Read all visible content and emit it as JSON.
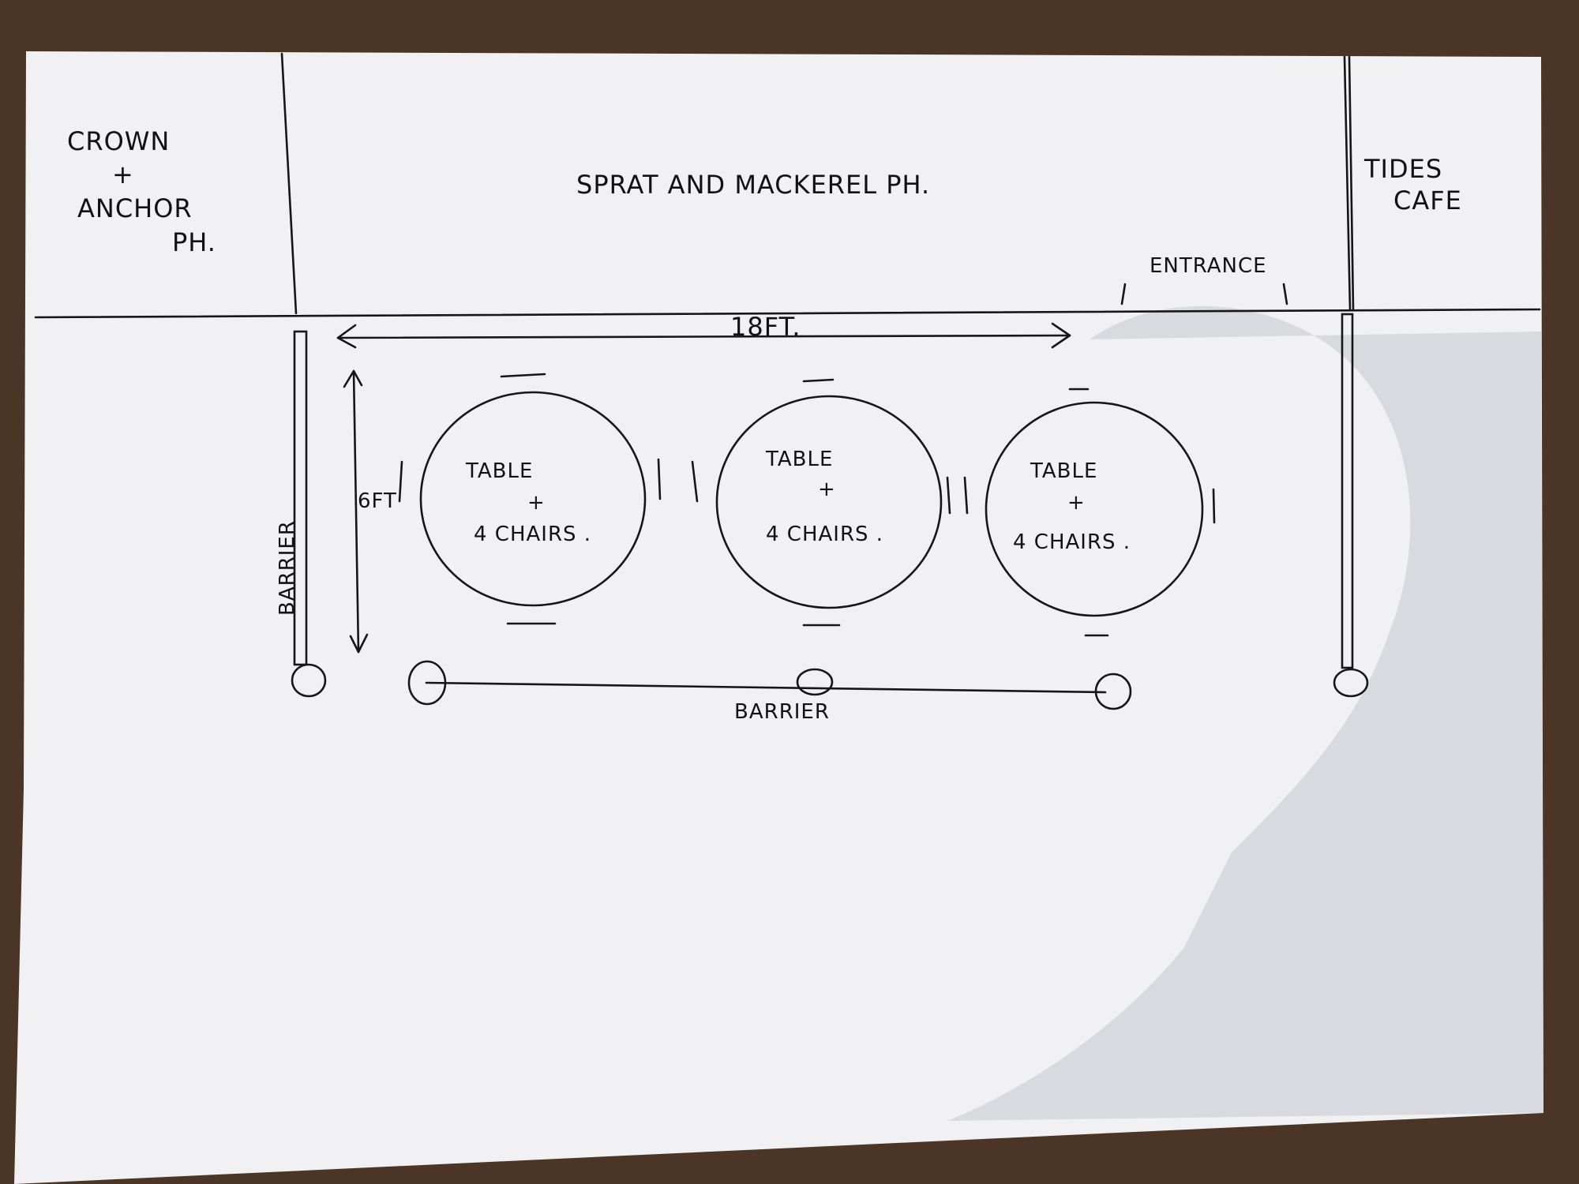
{
  "colors": {
    "table_surface": "#4a3526",
    "paper": "#f1f1f3",
    "shadow": "#cfd0d6",
    "ink": "#161616"
  },
  "neighbours": {
    "left": [
      "CROWN",
      "+",
      "ANCHOR",
      "PH."
    ],
    "center": "SPRAT AND MACKEREL PH.",
    "right": [
      "TIDES",
      "CAFE"
    ]
  },
  "entrance_label": "ENTRANCE",
  "dimensions": {
    "width_label": "18FT.",
    "depth_label": "6FT"
  },
  "tables": [
    {
      "lines": [
        "TABLE",
        "+",
        "4 CHAIRS ."
      ]
    },
    {
      "lines": [
        "TABLE",
        "+",
        "4 CHAIRS ."
      ]
    },
    {
      "lines": [
        "TABLE",
        "+",
        "4 CHAIRS ."
      ]
    }
  ],
  "barriers": {
    "side_label": "BARRIER",
    "front_label": "BARRIER"
  }
}
